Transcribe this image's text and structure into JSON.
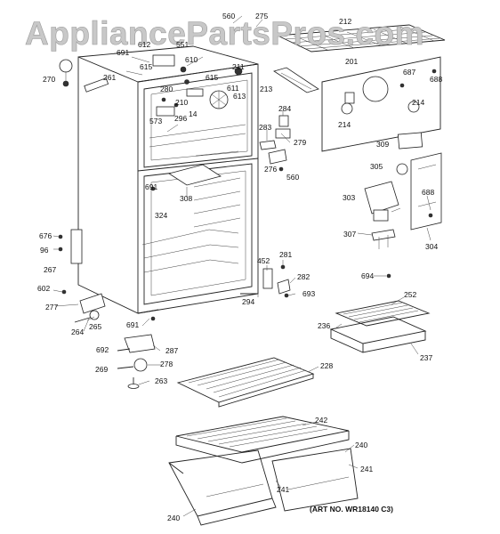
{
  "watermark": "AppliancePartsPros.com",
  "art_number": "(ART NO. WR18140 C3)",
  "callouts": [
    {
      "id": "c560a",
      "label": "560"
    },
    {
      "id": "c275",
      "label": "275"
    },
    {
      "id": "c212",
      "label": "212"
    },
    {
      "id": "c201",
      "label": "201"
    },
    {
      "id": "c687",
      "label": "687"
    },
    {
      "id": "c688a",
      "label": "688"
    },
    {
      "id": "c612",
      "label": "612"
    },
    {
      "id": "c551",
      "label": "551"
    },
    {
      "id": "c691a",
      "label": "691"
    },
    {
      "id": "c615a",
      "label": "615"
    },
    {
      "id": "c610",
      "label": "610"
    },
    {
      "id": "c211",
      "label": "211"
    },
    {
      "id": "c270",
      "label": "270"
    },
    {
      "id": "c261",
      "label": "261"
    },
    {
      "id": "c615b",
      "label": "615"
    },
    {
      "id": "c611",
      "label": "611"
    },
    {
      "id": "c280",
      "label": "280"
    },
    {
      "id": "c613",
      "label": "613"
    },
    {
      "id": "c210",
      "label": "210"
    },
    {
      "id": "c296",
      "label": "296"
    },
    {
      "id": "c14",
      "label": "14"
    },
    {
      "id": "c573",
      "label": "573"
    },
    {
      "id": "c213",
      "label": "213"
    },
    {
      "id": "c214a",
      "label": "214"
    },
    {
      "id": "c214b",
      "label": "214"
    },
    {
      "id": "c284",
      "label": "284"
    },
    {
      "id": "c283",
      "label": "283"
    },
    {
      "id": "c279",
      "label": "279"
    },
    {
      "id": "c276",
      "label": "276"
    },
    {
      "id": "c560b",
      "label": "560"
    },
    {
      "id": "c309",
      "label": "309"
    },
    {
      "id": "c305",
      "label": "305"
    },
    {
      "id": "c691b",
      "label": "691"
    },
    {
      "id": "c308",
      "label": "308"
    },
    {
      "id": "c324",
      "label": "324"
    },
    {
      "id": "c303",
      "label": "303"
    },
    {
      "id": "c688b",
      "label": "688"
    },
    {
      "id": "c307",
      "label": "307"
    },
    {
      "id": "c304",
      "label": "304"
    },
    {
      "id": "c676",
      "label": "676"
    },
    {
      "id": "c96",
      "label": "96"
    },
    {
      "id": "c267",
      "label": "267"
    },
    {
      "id": "c452",
      "label": "452"
    },
    {
      "id": "c281",
      "label": "281"
    },
    {
      "id": "c282",
      "label": "282"
    },
    {
      "id": "c694",
      "label": "694"
    },
    {
      "id": "c602",
      "label": "602"
    },
    {
      "id": "c693",
      "label": "693"
    },
    {
      "id": "c252",
      "label": "252"
    },
    {
      "id": "c294",
      "label": "294"
    },
    {
      "id": "c277",
      "label": "277"
    },
    {
      "id": "c264",
      "label": "264"
    },
    {
      "id": "c265",
      "label": "265"
    },
    {
      "id": "c691c",
      "label": "691"
    },
    {
      "id": "c236",
      "label": "236"
    },
    {
      "id": "c237",
      "label": "237"
    },
    {
      "id": "c692",
      "label": "692"
    },
    {
      "id": "c287",
      "label": "287"
    },
    {
      "id": "c278",
      "label": "278"
    },
    {
      "id": "c269",
      "label": "269"
    },
    {
      "id": "c228",
      "label": "228"
    },
    {
      "id": "c263",
      "label": "263"
    },
    {
      "id": "c242",
      "label": "242"
    },
    {
      "id": "c240a",
      "label": "240"
    },
    {
      "id": "c241a",
      "label": "241"
    },
    {
      "id": "c241b",
      "label": "241"
    },
    {
      "id": "c240b",
      "label": "240"
    }
  ]
}
